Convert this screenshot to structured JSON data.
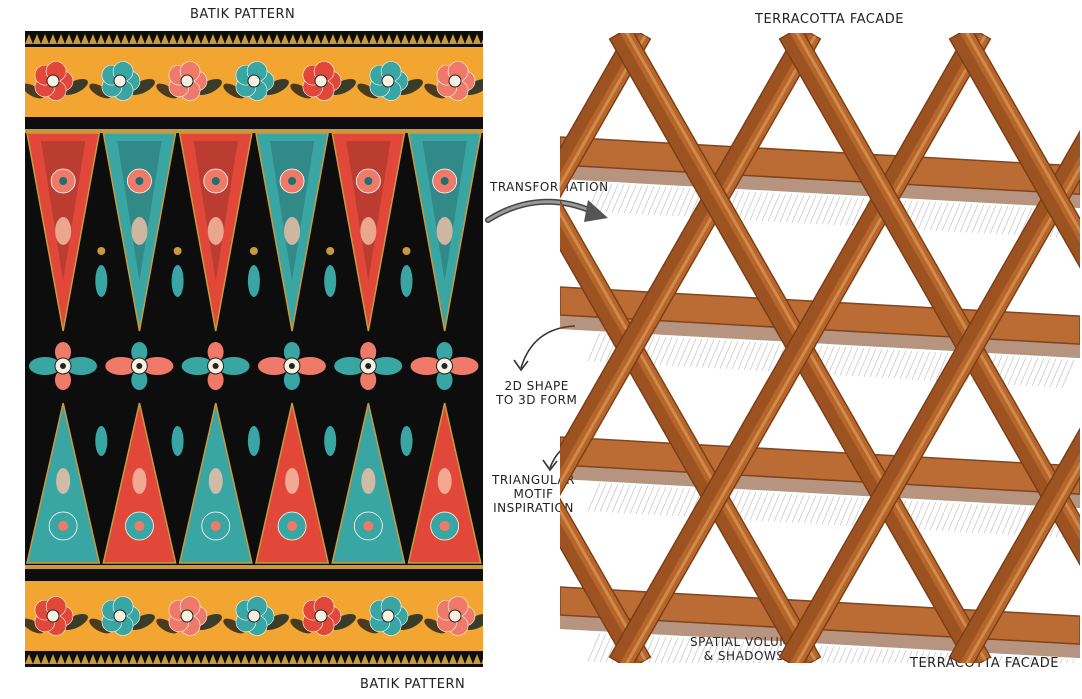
{
  "labels": {
    "batik_top": "BATIK PATTERN",
    "batik_bottom": "BATIK PATTERN",
    "facade_top": "TERRACOTTA FACADE",
    "facade_bottom": "TERRACOTTA FACADE",
    "transformation": "TRANSFORMATION",
    "shape_line1": "2D SHAPE",
    "shape_line2": "TO 3D FORM",
    "motif_line1": "TRIANGULAR",
    "motif_line2": "MOTIF",
    "motif_line3": "INSPIRATION",
    "spatial_line1": "SPATIAL VOLUME",
    "spatial_line2": "& SHADOWS"
  },
  "colors": {
    "batik_black": "#0d0d0d",
    "batik_orange": "#f2a531",
    "batik_red": "#e2483a",
    "batik_teal": "#3aa6a4",
    "batik_gold": "#c99a3b",
    "terracotta": "#b8652a",
    "terracotta_dark": "#7a3d16",
    "terracotta_light": "#d99a5e"
  }
}
